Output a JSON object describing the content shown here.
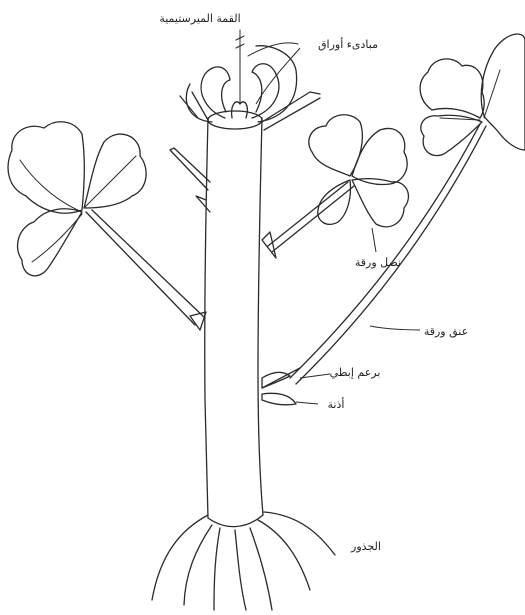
{
  "labels": {
    "meristem_tip": "القمة الميرستيمية",
    "leaf_primordia": "مبادىء أوراق",
    "leaf_blade": "نصل ورقة",
    "petiole": "عنق ورقة",
    "axillary_bud": "برعم إبطي",
    "stipule": "أذنة",
    "roots": "الجذور"
  }
}
